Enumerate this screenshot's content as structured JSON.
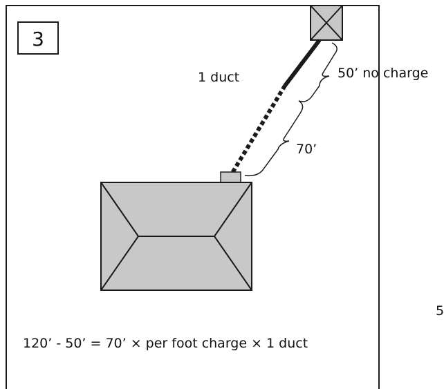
{
  "panel": {
    "number": "3"
  },
  "labels": {
    "duct_count": "1 duct",
    "no_charge_run": "50’ no charge",
    "charged_run": "70’",
    "edge_fragment": "5"
  },
  "formula": {
    "text": "120’ - 50’ = 70’ × per foot charge × 1 duct"
  },
  "colors": {
    "house_fill": "#c8c8c8",
    "roof_fill": "#bdbdbd",
    "line": "#1a1a1a"
  },
  "icons": {
    "street_box": "box-with-x-icon",
    "house_connection": "connection-box-icon"
  }
}
